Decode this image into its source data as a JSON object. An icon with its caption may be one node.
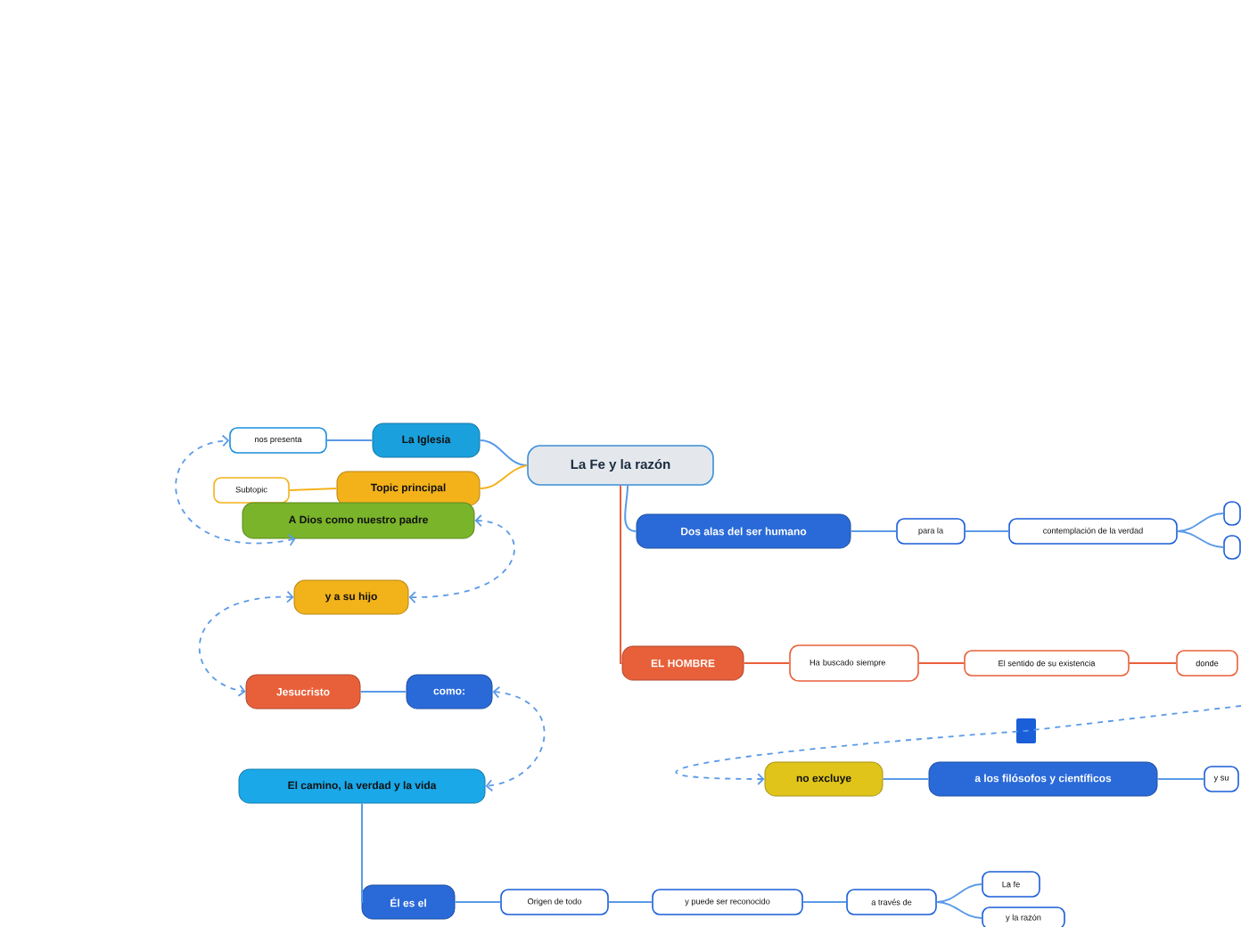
{
  "diagram": {
    "nodes": [
      {
        "text": [
          "La Fe y la razón"
        ]
      },
      {
        "text": [
          "La Iglesia"
        ]
      },
      {
        "text": [
          "nos presenta"
        ]
      },
      {
        "text": [
          "Topic principal"
        ]
      },
      {
        "text": [
          "Subtopic"
        ]
      },
      {
        "text": [
          "A Dios como nuestro padre"
        ]
      },
      {
        "text": [
          "y a su hijo"
        ]
      },
      {
        "text": [
          "Jesucristo"
        ]
      },
      {
        "text": [
          "como:"
        ]
      },
      {
        "text": [
          "El camino, la verdad y la vida"
        ]
      },
      {
        "text": [
          "Él es el"
        ]
      },
      {
        "text": [
          "Origen de todo"
        ]
      },
      {
        "text": [
          "y puede ser reconocido"
        ]
      },
      {
        "text": [
          "a través de"
        ]
      },
      {
        "text": [
          "La fe"
        ]
      },
      {
        "text": [
          "y la razón"
        ]
      },
      {
        "text": [
          "Dos alas del ser humano"
        ]
      },
      {
        "text": [
          "para la"
        ]
      },
      {
        "text": [
          "contemplación de la verdad"
        ]
      },
      {
        "text": [],
        "shape": "box"
      },
      {
        "text": [],
        "shape": "box"
      },
      {
        "text": [
          "EL HOMBRE"
        ]
      },
      {
        "text": [
          "Ha buscado siempre"
        ]
      },
      {
        "text": [
          "El sentido de su existencia"
        ]
      },
      {
        "text": [
          "donde"
        ]
      },
      {
        "text": [
          "no excluye"
        ]
      },
      {
        "text": [
          "a los filósofos y científicos"
        ]
      },
      {
        "text": [
          "y su"
        ]
      }
    ],
    "edges": [
      {
        "from": 0,
        "to": 1,
        "arrow": "none"
      },
      {
        "from": 1,
        "to": 2,
        "arrow": "none"
      },
      {
        "from": 0,
        "to": 3,
        "arrow": "none",
        "color": "#f4b21a"
      },
      {
        "from": 3,
        "to": 4,
        "arrow": "none",
        "color": "#f4b21a"
      },
      {
        "from": 5,
        "to": 2,
        "arrow": "both",
        "style": "dashed"
      },
      {
        "from": 5,
        "to": 6,
        "arrow": "both",
        "style": "dashed"
      },
      {
        "from": 6,
        "to": 7,
        "arrow": "both",
        "style": "dashed"
      },
      {
        "from": 7,
        "to": 8,
        "arrow": "none"
      },
      {
        "from": 8,
        "to": 9,
        "arrow": "both",
        "style": "dashed"
      },
      {
        "from": 9,
        "to": 10,
        "arrow": "none"
      },
      {
        "from": 10,
        "to": 11,
        "arrow": "none"
      },
      {
        "from": 11,
        "to": 12,
        "arrow": "none"
      },
      {
        "from": 12,
        "to": 13,
        "arrow": "none"
      },
      {
        "from": 13,
        "to": 14,
        "arrow": "none"
      },
      {
        "from": 13,
        "to": 15,
        "arrow": "none"
      },
      {
        "from": 0,
        "to": 16,
        "arrow": "none"
      },
      {
        "from": 16,
        "to": 17,
        "arrow": "none"
      },
      {
        "from": 17,
        "to": 18,
        "arrow": "none"
      },
      {
        "from": 18,
        "to": 19,
        "arrow": "none"
      },
      {
        "from": 18,
        "to": 20,
        "arrow": "none"
      },
      {
        "from": 0,
        "to": 21,
        "arrow": "none",
        "color": "#e8603a"
      },
      {
        "from": 21,
        "to": 22,
        "arrow": "none",
        "color": "#e8603a"
      },
      {
        "from": 22,
        "to": 23,
        "arrow": "none",
        "color": "#e8603a"
      },
      {
        "from": 23,
        "to": 24,
        "arrow": "none",
        "color": "#e8603a"
      },
      {
        "from": null,
        "to": 25,
        "arrow": "to",
        "style": "dashed"
      },
      {
        "from": 25,
        "to": 26,
        "arrow": "none"
      },
      {
        "from": 26,
        "to": 27,
        "arrow": "none"
      }
    ]
  }
}
